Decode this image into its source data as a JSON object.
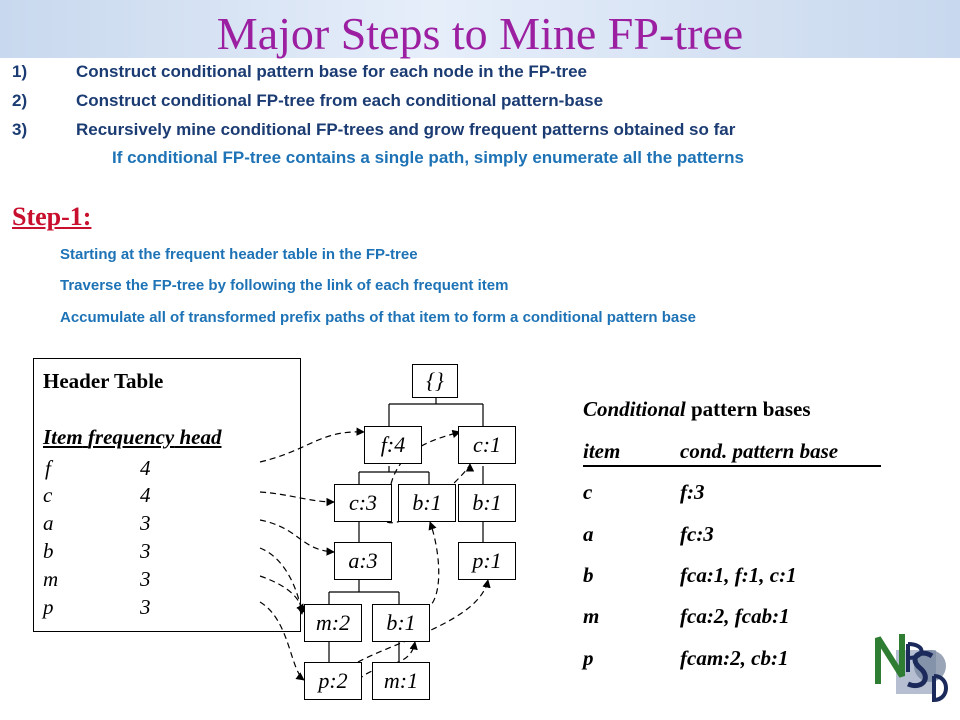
{
  "title": "Major Steps to Mine FP-tree",
  "steps": [
    {
      "num": "1)",
      "text": "Construct conditional pattern base for each node in the FP-tree"
    },
    {
      "num": "2)",
      "text": "Construct conditional FP-tree from each conditional pattern-base"
    },
    {
      "num": "3)",
      "text": "Recursively mine conditional FP-trees and grow frequent patterns obtained so far"
    }
  ],
  "note": "If conditional FP-tree contains a single path, simply enumerate all the patterns",
  "step1": {
    "heading": "Step-1:",
    "lines": [
      "Starting at the frequent header table in the FP-tree",
      "Traverse the FP-tree by following the link of each frequent item",
      "Accumulate all of transformed prefix paths of that item to form a conditional pattern base"
    ]
  },
  "header_table": {
    "title": "Header Table",
    "columns": [
      "Item",
      "frequency",
      "head"
    ],
    "rows": [
      {
        "item": "f",
        "freq": "4"
      },
      {
        "item": "c",
        "freq": "4"
      },
      {
        "item": "a",
        "freq": "3"
      },
      {
        "item": "b",
        "freq": "3"
      },
      {
        "item": "m",
        "freq": "3"
      },
      {
        "item": "p",
        "freq": "3"
      }
    ]
  },
  "tree": {
    "root": "{}",
    "f4": "f:4",
    "c1": "c:1",
    "c3": "c:3",
    "b1a": "b:1",
    "b1b": "b:1",
    "a3": "a:3",
    "p1": "p:1",
    "m2": "m:2",
    "b1c": "b:1",
    "p2": "p:2",
    "m1": "m:1"
  },
  "cond_bases": {
    "title_italic": "Conditional",
    "title_rest": " pattern bases",
    "col_item": "item",
    "col_base": "cond. pattern base",
    "rows": [
      {
        "item": "c",
        "base": "f:3"
      },
      {
        "item": "a",
        "base": "fc:3"
      },
      {
        "item": "b",
        "base": "fca:1, f:1, c:1"
      },
      {
        "item": "m",
        "base": "fca:2, fcab:1"
      },
      {
        "item": "p",
        "base": "fcam:2, cb:1"
      }
    ]
  },
  "colors": {
    "title": "#9b1fa0",
    "steps": "#1b3b73",
    "sub": "#1e73b6",
    "step1_heading": "#c8102e"
  }
}
